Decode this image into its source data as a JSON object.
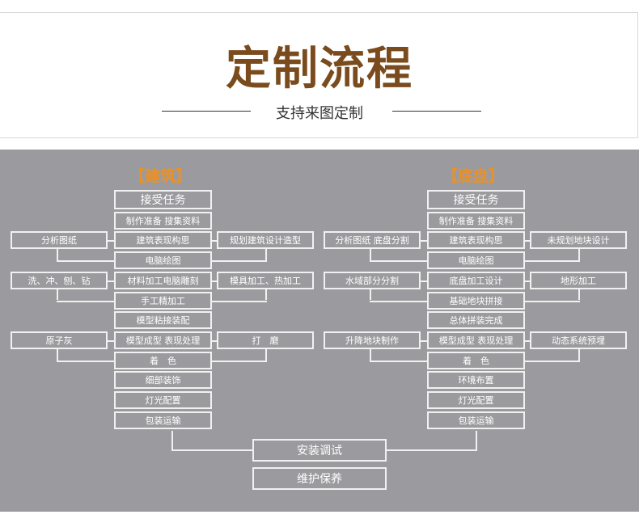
{
  "header": {
    "title": "定制流程",
    "subtitle": "支持来图定制"
  },
  "columns": [
    {
      "heading": "【建筑】",
      "center": [
        "接受任务",
        "制作准备 搜集资料",
        "建筑表现构思",
        "电脑绘图",
        "材料加工电脑雕刻",
        "手工精加工",
        "模型粘接装配",
        "模型成型 表现处理",
        "着　色",
        "细部装饰",
        "灯光配置",
        "包装运输"
      ],
      "left": [
        "分析图纸",
        "洗、冲、刨、钻",
        "原子灰"
      ],
      "right": [
        "规划建筑设计造型",
        "模具加工、热加工",
        "打　磨"
      ]
    },
    {
      "heading": "【底盘】",
      "center": [
        "接受任务",
        "制作准备 搜集资料",
        "建筑表现构思",
        "电脑绘图",
        "底盘加工设计",
        "基础地块拼接",
        "总体拼装完成",
        "模型成型 表现处理",
        "着　色",
        "环境布置",
        "灯光配置",
        "包装运输"
      ],
      "left": [
        "分析图纸 底盘分割",
        "水域部分分割",
        "升降地块制作"
      ],
      "right": [
        "未规划地块设计",
        "地形加工",
        "动态系统预埋"
      ]
    }
  ],
  "final": [
    "安装调试",
    "维护保养"
  ]
}
